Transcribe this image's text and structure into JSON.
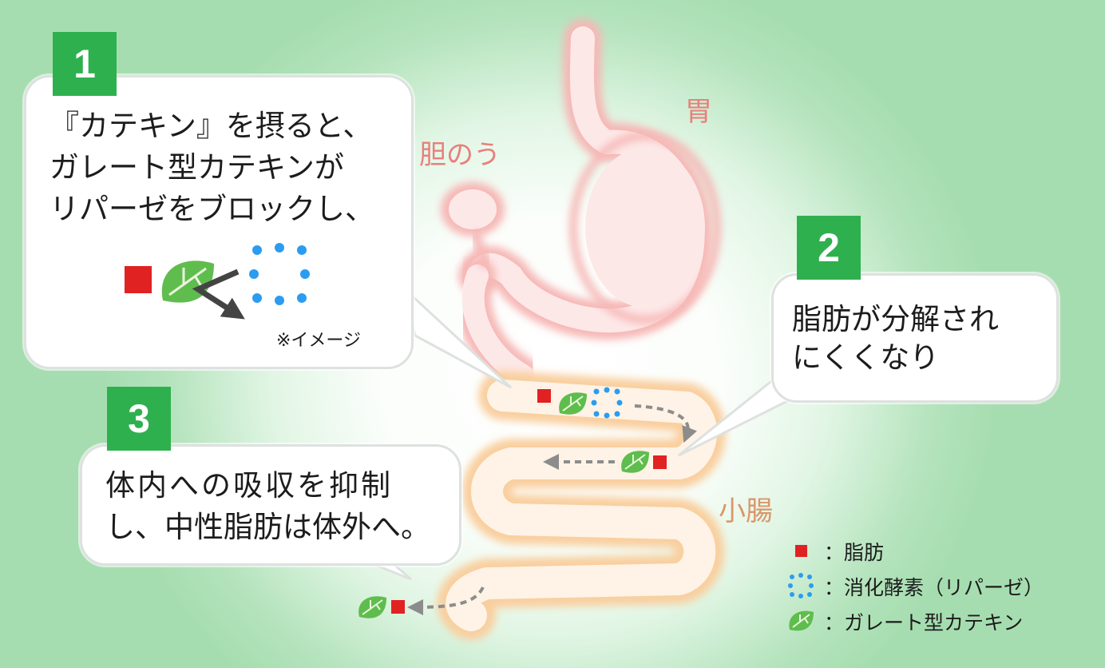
{
  "labels": {
    "stomach": "胃",
    "gallbladder": "胆のう",
    "small_intestine": "小腸"
  },
  "step1": {
    "number": "1",
    "lines": [
      "『カテキン』を摂ると、",
      "ガレート型カテキンが",
      "リパーゼをブロックし、"
    ],
    "note": "※イメージ"
  },
  "step2": {
    "number": "2",
    "lines": [
      "脂肪が分解され",
      "にくくなり"
    ]
  },
  "step3": {
    "number": "3",
    "lines": [
      "体内への吸収を抑制",
      "し、中性脂肪は体外へ。"
    ]
  },
  "legend": [
    "：脂肪",
    "：消化酵素（リパーゼ）",
    "：ガレート型カテキン"
  ],
  "colors": {
    "badge": "#2fb04f",
    "fat": "#e02222",
    "enzyme": "#2b9cf0",
    "leaf": "#5fbd4d",
    "stomach": "#f6b8b6",
    "intestine": "#f9cf9f",
    "background": "#a6ddb0"
  }
}
